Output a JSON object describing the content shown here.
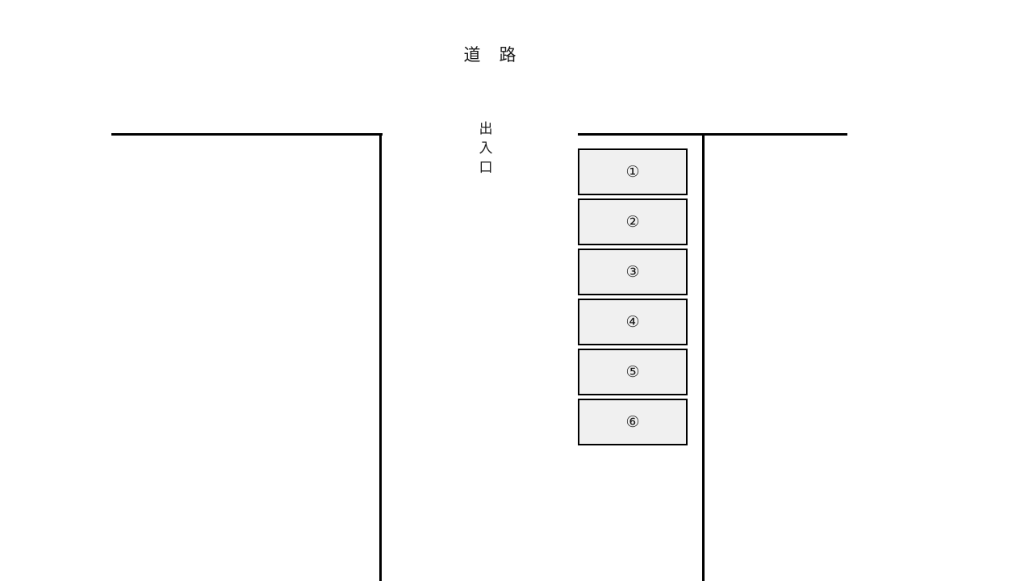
{
  "diagram": {
    "road_label": "道　路",
    "gate_label_chars": [
      "出",
      "入",
      "口"
    ],
    "colors": {
      "stroke": "#000000",
      "stall_fill": "#f0f0f0",
      "stall_border": "#000000",
      "text": "#1a1a1a",
      "background": "#ffffff"
    },
    "stalls": [
      {
        "number": "①"
      },
      {
        "number": "②"
      },
      {
        "number": "③"
      },
      {
        "number": "④"
      },
      {
        "number": "⑤"
      },
      {
        "number": "⑥"
      }
    ]
  }
}
